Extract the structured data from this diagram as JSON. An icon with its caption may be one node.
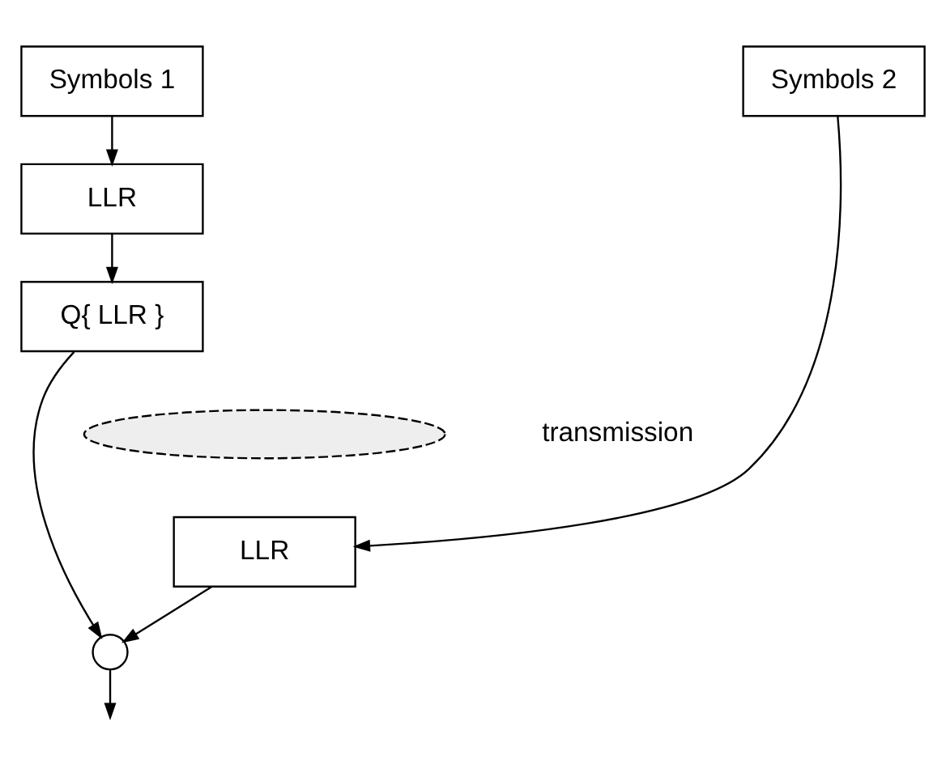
{
  "diagram": {
    "nodes": [
      {
        "text": [
          "Symbols 1"
        ]
      },
      {
        "text": [
          "Symbols 2"
        ]
      },
      {
        "text": [
          "LLR"
        ]
      },
      {
        "text": [
          "Q{ LLR }"
        ]
      },
      {
        "text": [],
        "shape": "ellipse",
        "beside": [
          "transmission"
        ]
      },
      {
        "text": [
          "LLR"
        ]
      },
      {
        "text": [],
        "shape": "circle"
      }
    ],
    "edges": [
      {
        "from": 0,
        "to": 2,
        "arrow": "to"
      },
      {
        "from": 2,
        "to": 3,
        "arrow": "to"
      },
      {
        "from": 1,
        "to": 5,
        "arrow": "to"
      },
      {
        "from": 3,
        "to": 6,
        "arrow": "to"
      },
      {
        "from": 5,
        "to": 6,
        "arrow": "to"
      },
      {
        "from": 6,
        "to": null,
        "arrow": "to"
      }
    ]
  }
}
